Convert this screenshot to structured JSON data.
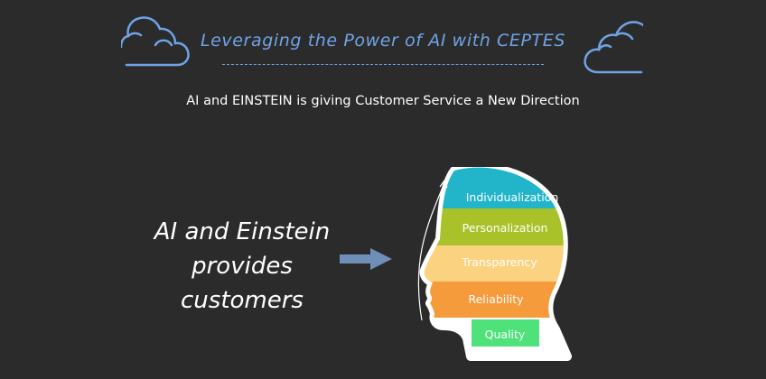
{
  "header": {
    "title": "Leveraging the Power of AI with CEPTES"
  },
  "subtitle": "AI and EINSTEIN is giving Customer Service a New Direction",
  "left_text": {
    "lines": [
      "AI and Einstein",
      "provides",
      "customers"
    ]
  },
  "head": {
    "bands": [
      {
        "label": "Individualization",
        "color": "#22b4c9"
      },
      {
        "label": "Personalization",
        "color": "#a9c22a"
      },
      {
        "label": "Transparency",
        "color": "#fbd27f"
      },
      {
        "label": "Reliability",
        "color": "#f59b3c"
      },
      {
        "label": "Quality",
        "color": "#4fe27a"
      }
    ]
  },
  "colors": {
    "background": "#2b2b2b",
    "accent": "#6fa3e6",
    "arrow": "#6f8fb8"
  },
  "icons": [
    "cloud-icon",
    "arrow-right-icon"
  ]
}
